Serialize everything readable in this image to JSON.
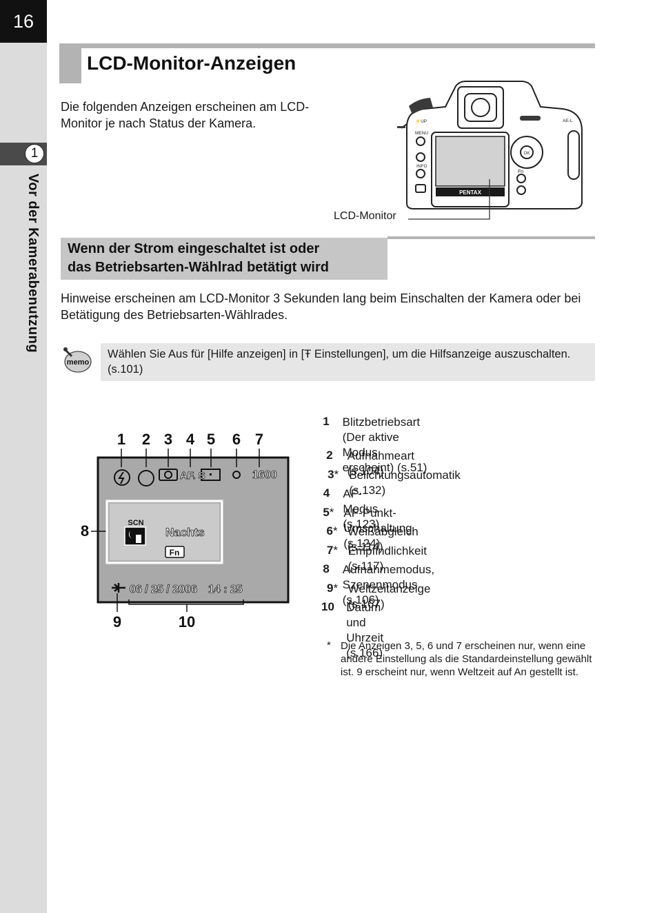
{
  "page_number": "16",
  "sidebar": {
    "chapter_number": "1",
    "chapter_title": "Vor der Kamerabenutzung"
  },
  "title": "LCD-Monitor-Anzeigen",
  "intro": "Die folgenden Anzeigen erscheinen am LCD-Monitor je nach Status der Kamera.",
  "camera_figure": {
    "callout_label": "LCD-Monitor",
    "labels": {
      "up": "⚡UP",
      "menu": "MENU",
      "info": "INFO",
      "ok": "OK",
      "fn": "Fn",
      "brand": "PENTAX",
      "ael": "AE-L"
    }
  },
  "section_heading": {
    "line1": "Wenn der Strom eingeschaltet ist oder",
    "line2": "das Betriebsarten-Wählrad betätigt wird"
  },
  "body_text": "Hinweise erscheinen am LCD-Monitor 3 Sekunden lang beim Einschalten der Kamera oder bei Betätigung des Betriebsarten-Wählrades.",
  "memo": {
    "icon_label": "memo",
    "text": "Wählen Sie Aus für [Hilfe anzeigen] in [Ŧ Einstellungen], um die Hilfsanzeige auszuschalten. (s.101)"
  },
  "lcd_diagram": {
    "callout_numbers_top": [
      "1",
      "2",
      "3",
      "4",
      "5",
      "6",
      "7"
    ],
    "callout_left": "8",
    "callout_bottom": [
      "9",
      "10"
    ],
    "screen": {
      "af_mode": "AF. S",
      "iso": "1600",
      "scn_label": "SCN",
      "scene_name": "Nachts",
      "fn_label": "Fn",
      "date": "06 / 25 / 2006",
      "time": "14 : 25"
    }
  },
  "legend": [
    {
      "num": "1",
      "star": "",
      "lines": [
        "Blitzbetriebsart",
        "(Der aktive Modus erscheint) (s.51)"
      ]
    },
    {
      "num": "2",
      "star": "",
      "lines": [
        "Aufnahmeart (s.104)"
      ]
    },
    {
      "num": "3",
      "star": "*",
      "lines": [
        "Belichtungsautomatik (s.132)"
      ]
    },
    {
      "num": "4",
      "star": "",
      "lines": [
        "AF-Modus (s.123)"
      ]
    },
    {
      "num": "5",
      "star": "*",
      "lines": [
        "AF-Punkt-Umschaltung (s.124)"
      ]
    },
    {
      "num": "6",
      "star": "*",
      "lines": [
        "Weißabgleich (s.114)"
      ]
    },
    {
      "num": "7",
      "star": "*",
      "lines": [
        "Empfindlichkeit (s.117)"
      ]
    },
    {
      "num": "8",
      "star": "",
      "lines": [
        "Aufnahmemodus, Szenenmodus (s.106)"
      ]
    },
    {
      "num": "9",
      "star": "*",
      "lines": [
        "Weltzeitanzeige (s.167)"
      ]
    },
    {
      "num": "10",
      "star": "",
      "lines": [
        "Datum und Uhrzeit (s.166)"
      ]
    }
  ],
  "footnote": {
    "star": "*",
    "text": "Die Anzeigen 3, 5, 6 und 7 erscheinen nur, wenn eine andere Einstellung als die Standardeinstellung gewählt ist. 9 erscheint nur, wenn Weltzeit auf An gestellt ist."
  }
}
